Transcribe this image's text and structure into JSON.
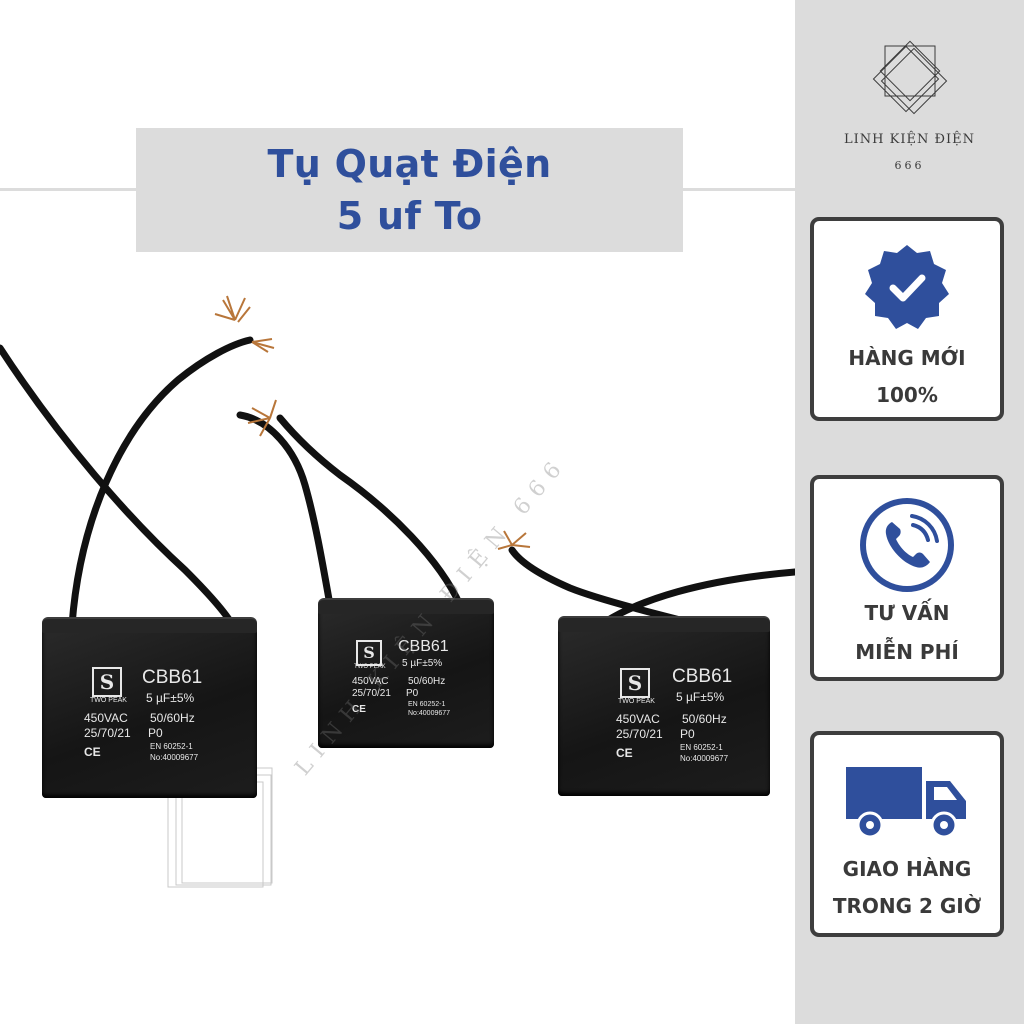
{
  "title": {
    "line1": "Tụ Quạt Điện",
    "line2": "5 uf To"
  },
  "watermark": "LINH KIỆN ĐIỆN 666",
  "capacitor": {
    "model": "CBB61",
    "capacitance": "5 µF±5%",
    "voltage": "450VAC",
    "frequency": "50/60Hz",
    "class": "25/70/21",
    "code": "P0",
    "standard": "EN 60252-1",
    "serial": "No:40009677",
    "maker": "TWO PEAK",
    "ce": "CE"
  },
  "brand": {
    "name": "LINH KIỆN ĐIỆN",
    "sub": "666"
  },
  "features": [
    {
      "icon": "verified-badge-icon",
      "line1": "HÀNG MỚI",
      "line2": "100%"
    },
    {
      "icon": "phone-icon",
      "line1": "TƯ VẤN",
      "line2": "MIỄN PHÍ"
    },
    {
      "icon": "delivery-truck-icon",
      "line1": "GIAO HÀNG",
      "line2": "TRONG 2 GIỜ"
    }
  ],
  "colors": {
    "accent_blue": "#2f4f9c",
    "panel_gray": "#dcdcdc",
    "border_dark": "#3e3e3e"
  }
}
